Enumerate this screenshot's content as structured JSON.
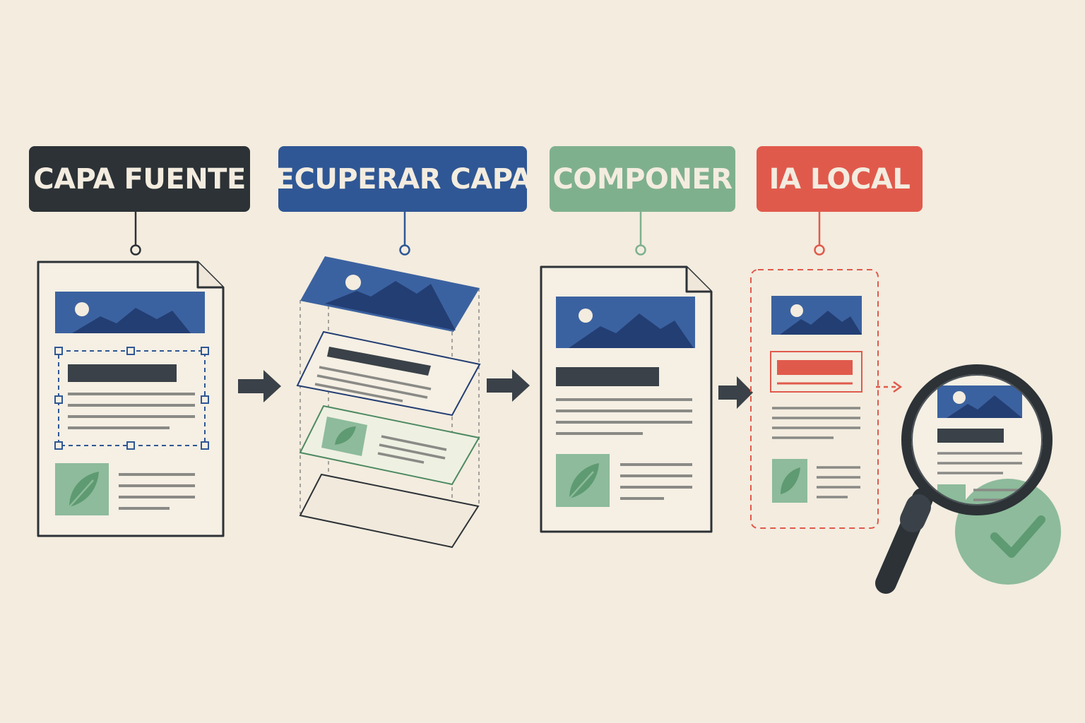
{
  "steps": [
    {
      "label": "CAPA FUENTE",
      "color": "#2c3236"
    },
    {
      "label": "RECUPERAR CAPAS",
      "color": "#2f5795"
    },
    {
      "label": "COMPONER",
      "color": "#7fb08e"
    },
    {
      "label": "IA LOCAL",
      "color": "#e05a4c"
    }
  ],
  "palette": {
    "ink": "#2c3236",
    "blue": "#3b62a0",
    "navy": "#233e73",
    "green": "#7fb08e",
    "green_light": "#8dbb9b",
    "red": "#e05a4c",
    "gray_line": "#8a8a86",
    "paper": "#f3ecdf"
  },
  "icons": [
    "document-icon",
    "layers-icon",
    "arrow-right-icon",
    "magnifier-icon",
    "checkmark-icon",
    "leaf-icon",
    "mountain-image-icon"
  ]
}
